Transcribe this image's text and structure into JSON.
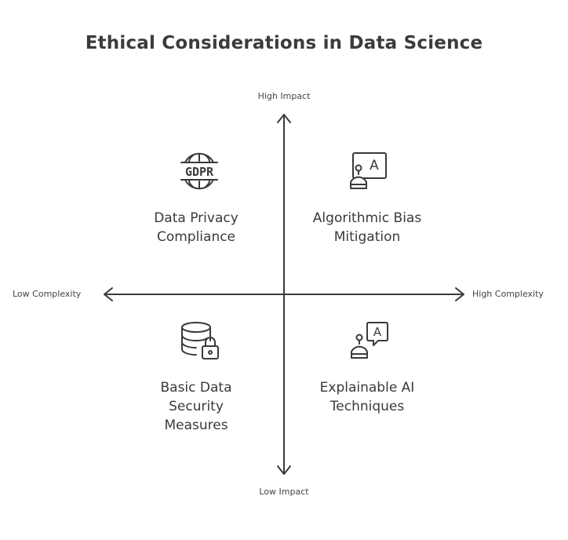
{
  "title": "Ethical Considerations in Data Science",
  "axes": {
    "top": "High Impact",
    "bottom": "Low Impact",
    "left": "Low Complexity",
    "right": "High Complexity"
  },
  "quadrants": {
    "top_left": {
      "lines": [
        "Data Privacy",
        "Compliance"
      ],
      "icon": "gdpr-icon",
      "icon_text": "GDPR"
    },
    "top_right": {
      "lines": [
        "Algorithmic Bias",
        "Mitigation"
      ],
      "icon": "robot-letter-icon",
      "icon_text": "A"
    },
    "bottom_left": {
      "lines": [
        "Basic Data",
        "Security",
        "Measures"
      ],
      "icon": "database-lock-icon"
    },
    "bottom_right": {
      "lines": [
        "Explainable AI",
        "Techniques"
      ],
      "icon": "robot-speech-icon",
      "icon_text": "A"
    }
  },
  "colors": {
    "stroke": "#3a3a3a",
    "background": "#ffffff"
  }
}
